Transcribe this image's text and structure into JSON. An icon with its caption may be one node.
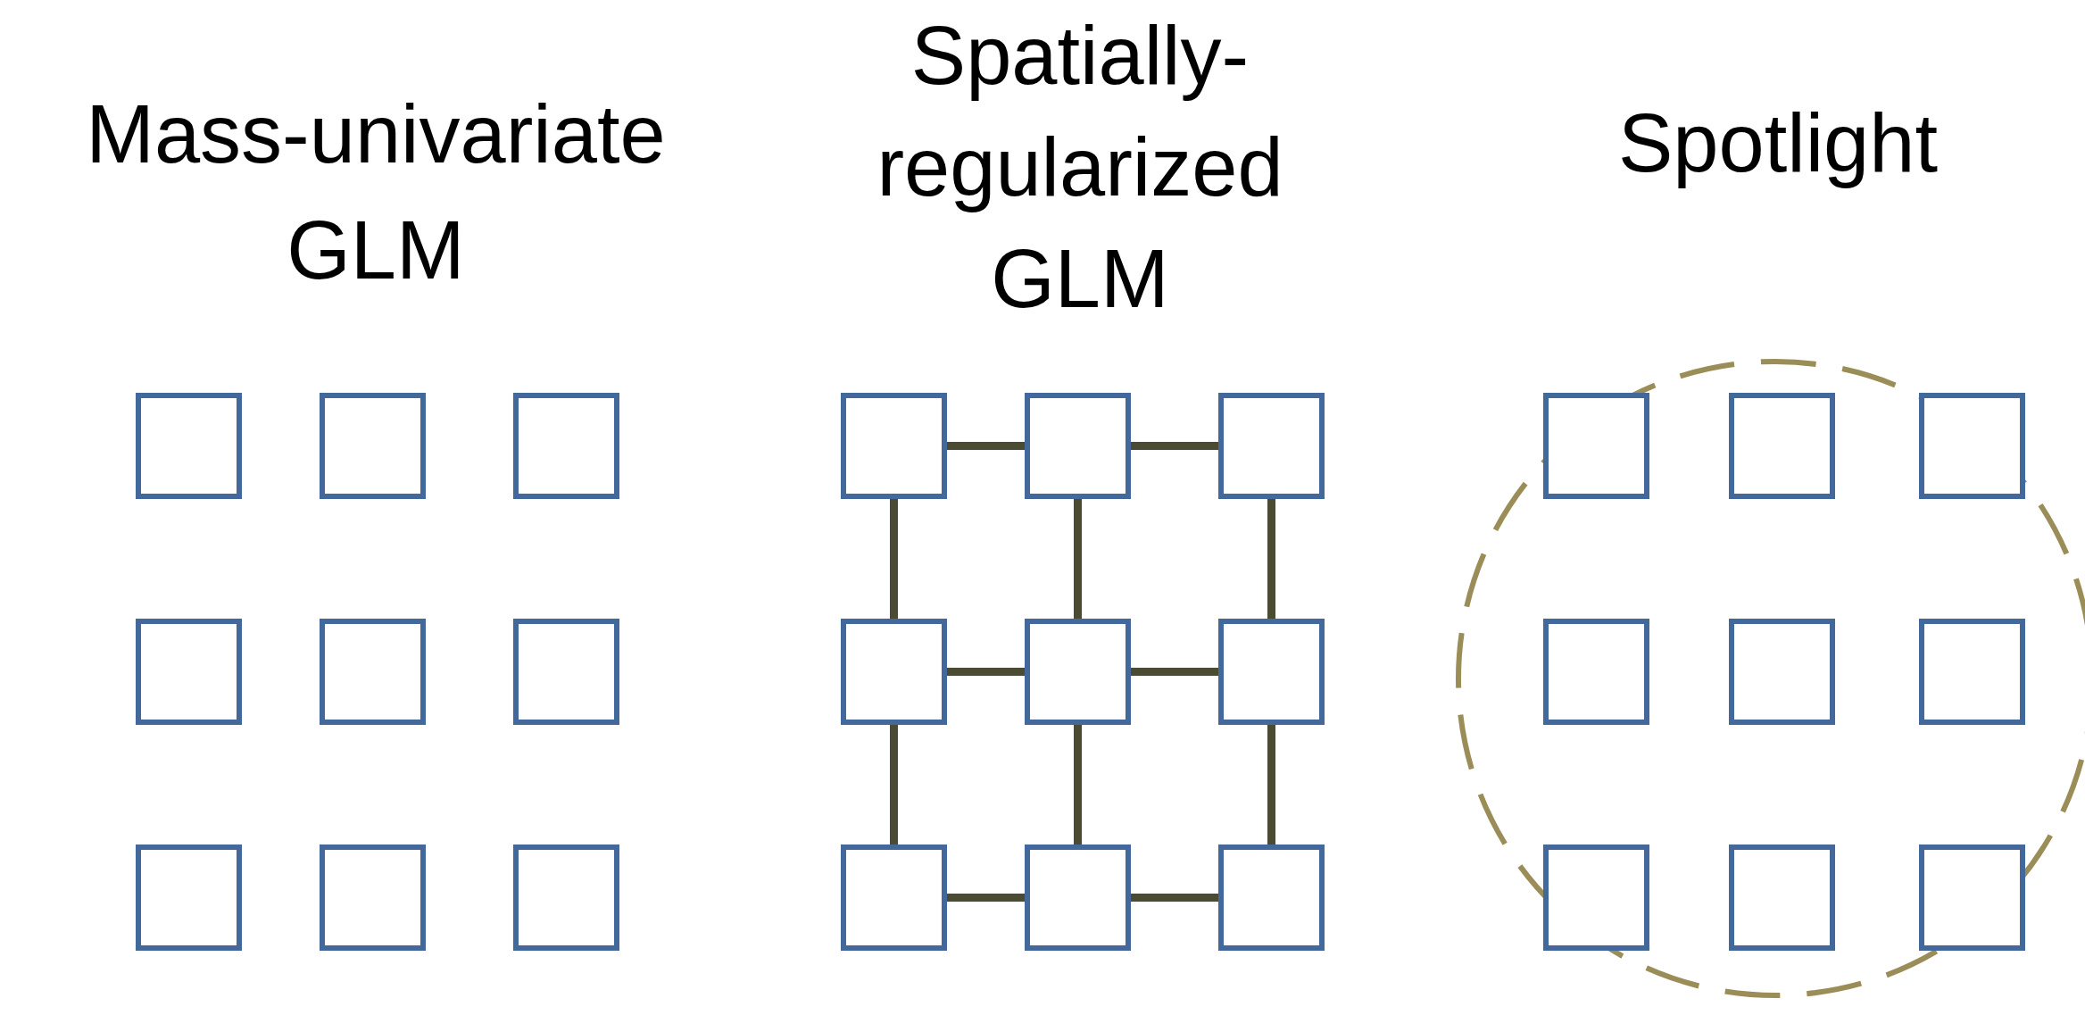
{
  "diagram": {
    "nodes": [
      {
        "text": [],
        "shape": "box"
      },
      {
        "text": [],
        "shape": "box"
      },
      {
        "text": [],
        "shape": "box"
      },
      {
        "text": [],
        "shape": "box"
      },
      {
        "text": [],
        "shape": "box"
      },
      {
        "text": [],
        "shape": "box"
      },
      {
        "text": [],
        "shape": "box"
      },
      {
        "text": [],
        "shape": "box"
      },
      {
        "text": [],
        "shape": "box"
      },
      {
        "text": [],
        "shape": "box"
      },
      {
        "text": [],
        "shape": "box"
      },
      {
        "text": [],
        "shape": "box"
      },
      {
        "text": [],
        "shape": "box"
      },
      {
        "text": [],
        "shape": "box"
      },
      {
        "text": [],
        "shape": "box"
      },
      {
        "text": [],
        "shape": "box"
      },
      {
        "text": [],
        "shape": "box"
      },
      {
        "text": [],
        "shape": "box"
      },
      {
        "text": [],
        "shape": "box"
      },
      {
        "text": [],
        "shape": "box"
      },
      {
        "text": [],
        "shape": "box"
      },
      {
        "text": [],
        "shape": "box"
      },
      {
        "text": [],
        "shape": "box"
      },
      {
        "text": [],
        "shape": "box"
      },
      {
        "text": [],
        "shape": "box"
      },
      {
        "text": [],
        "shape": "box"
      },
      {
        "text": [],
        "shape": "box"
      }
    ],
    "edges": [
      {
        "from": 9,
        "to": 10,
        "arrow": "none"
      },
      {
        "from": 10,
        "to": 11,
        "arrow": "none"
      },
      {
        "from": 9,
        "to": 12,
        "arrow": "none"
      },
      {
        "from": 10,
        "to": 13,
        "arrow": "none"
      },
      {
        "from": 11,
        "to": 14,
        "arrow": "none"
      },
      {
        "from": 12,
        "to": 13,
        "arrow": "none"
      },
      {
        "from": 13,
        "to": 14,
        "arrow": "none"
      },
      {
        "from": 12,
        "to": 15,
        "arrow": "none"
      },
      {
        "from": 13,
        "to": 16,
        "arrow": "none"
      },
      {
        "from": 14,
        "to": 17,
        "arrow": "none"
      },
      {
        "from": 15,
        "to": 16,
        "arrow": "none"
      },
      {
        "from": 16,
        "to": 17,
        "arrow": "none"
      }
    ],
    "labels": [
      "Mass-univariate GLM",
      "Spatially-regularized GLM",
      "Spotlight"
    ]
  }
}
